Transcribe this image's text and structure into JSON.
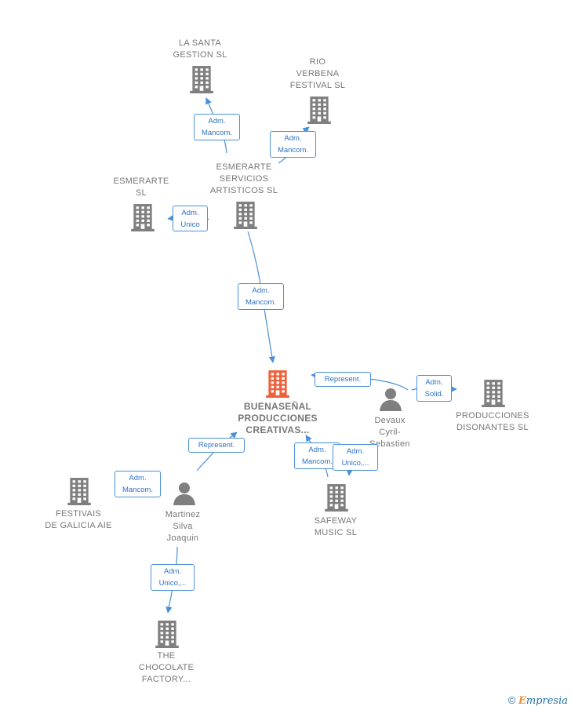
{
  "colors": {
    "edge": "#4a90d9",
    "building": "#7f7f7f",
    "building_main": "#f0603a",
    "person": "#7f7f7f"
  },
  "nodes": [
    {
      "id": "n_santa",
      "type": "company",
      "label": "LA SANTA\nGESTION  SL"
    },
    {
      "id": "n_rio",
      "type": "company",
      "label": "RIO\nVERBENA\nFESTIVAL  SL"
    },
    {
      "id": "n_esmerarte_sl",
      "type": "company",
      "label": "ESMERARTE\nSL"
    },
    {
      "id": "n_esmerarte_serv",
      "type": "company",
      "label": "ESMERARTE\nSERVICIOS\nARTISTICOS SL"
    },
    {
      "id": "n_main",
      "type": "company_main",
      "label": "BUENASEÑAL\nPRODUCCIONES\nCREATIVAS..."
    },
    {
      "id": "n_devaux",
      "type": "person",
      "label": "Devaux\nCyril-\nSebastien"
    },
    {
      "id": "n_prod_dis",
      "type": "company",
      "label": "PRODUCCIONES\nDISONANTES SL"
    },
    {
      "id": "n_festivais",
      "type": "company",
      "label": "FESTIVAIS\nDE GALICIA AIE"
    },
    {
      "id": "n_martinez",
      "type": "person",
      "label": "Martinez\nSilva\nJoaquin"
    },
    {
      "id": "n_safeway",
      "type": "company",
      "label": "SAFEWAY\nMUSIC  SL"
    },
    {
      "id": "n_chocolate",
      "type": "company",
      "label": "THE\nCHOCOLATE\nFACTORY..."
    }
  ],
  "edges": [
    {
      "id": "e1",
      "label": "Adm.\nMancom."
    },
    {
      "id": "e2",
      "label": "Adm.\nMancom."
    },
    {
      "id": "e3",
      "label": "Adm.\nUnico"
    },
    {
      "id": "e4",
      "label": "Adm.\nMancom."
    },
    {
      "id": "e5",
      "label": "Represent."
    },
    {
      "id": "e6",
      "label": "Adm.\nSolid."
    },
    {
      "id": "e7",
      "label": "Represent."
    },
    {
      "id": "e8",
      "label": "Adm.\nMancom."
    },
    {
      "id": "e9",
      "label": "Adm.\nMancom."
    },
    {
      "id": "e10",
      "label": "Adm.\nUnico,..."
    },
    {
      "id": "e11",
      "label": "Adm.\nUnico,..."
    }
  ],
  "footer": {
    "copyright": "©",
    "brand_initial": "E",
    "brand_rest": "mpresia"
  }
}
